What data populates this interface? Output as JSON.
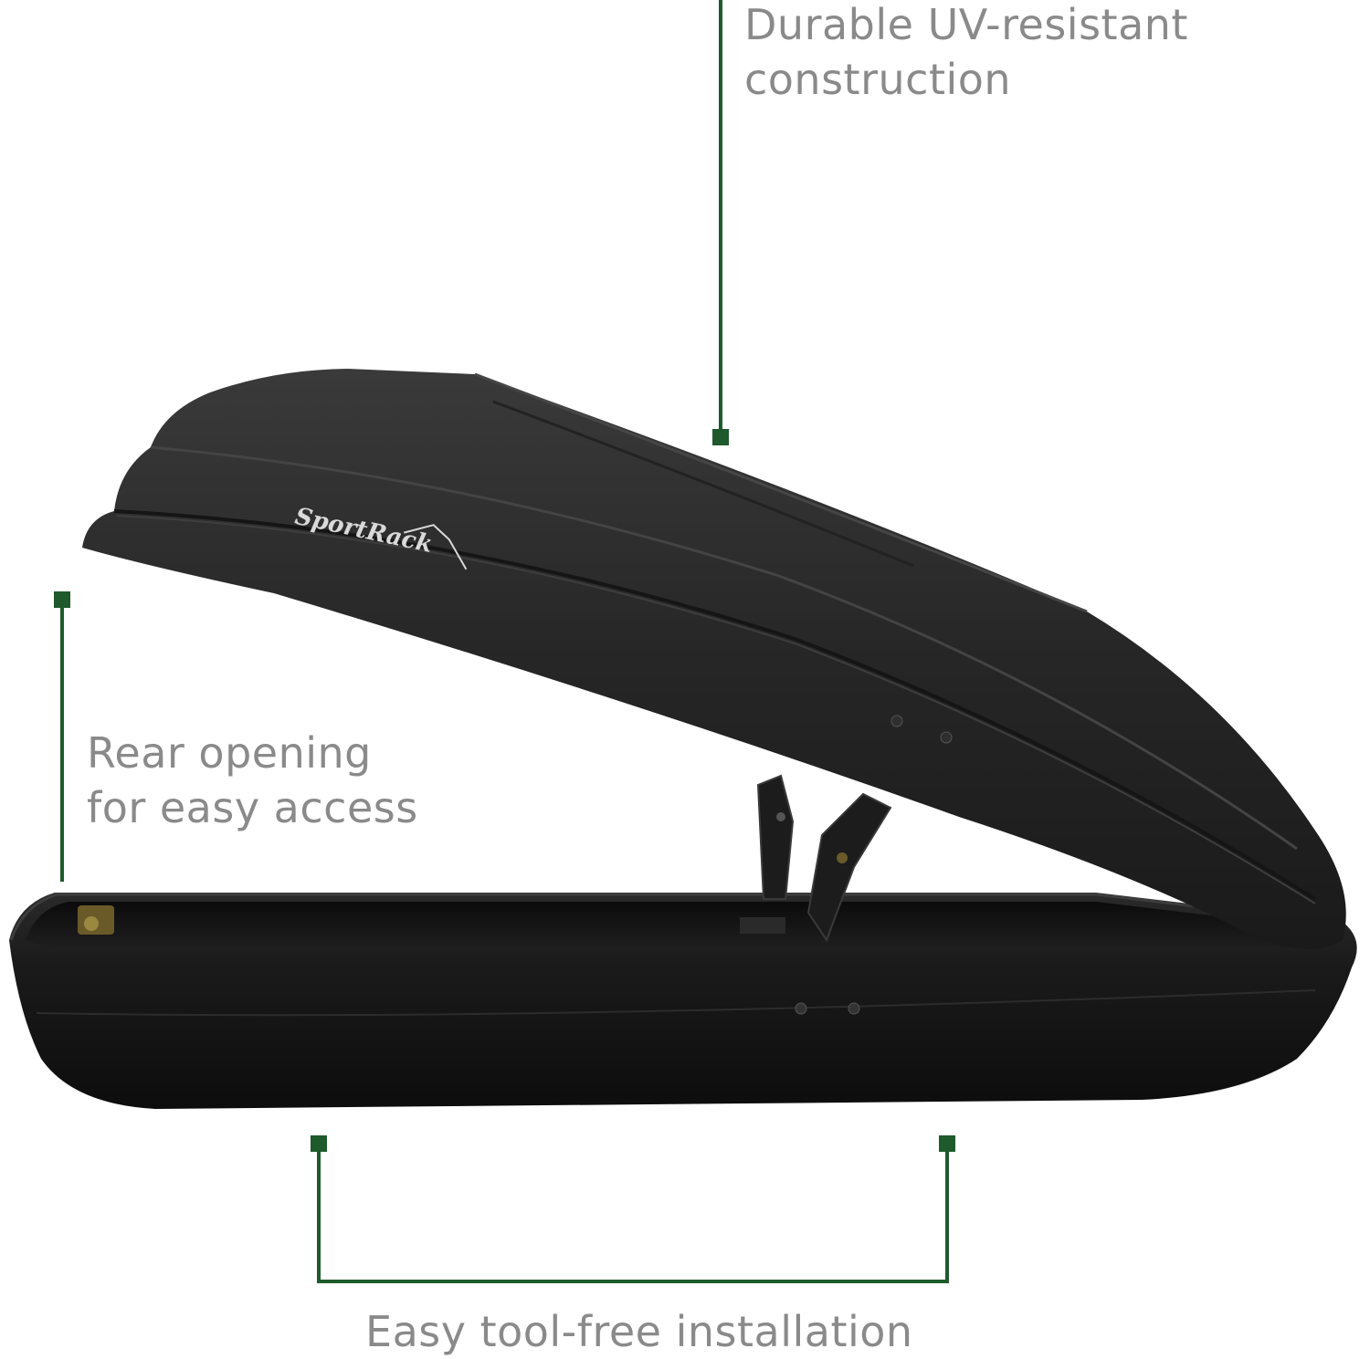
{
  "callouts": {
    "durable": {
      "line1": "Durable UV-resistant",
      "line2": "construction"
    },
    "rear": {
      "line1": "Rear opening",
      "line2": "for easy access"
    },
    "installation": {
      "text": "Easy tool-free installation"
    }
  },
  "product": {
    "brand_logo": "SportRack",
    "name": "rooftop-cargo-box",
    "state": "lid-open"
  },
  "colors": {
    "accent_green": "#1e5a2c",
    "callout_text": "#8a8a8a",
    "box_body": "#1b1b1b",
    "lid_surface": "#2b2b2b"
  }
}
